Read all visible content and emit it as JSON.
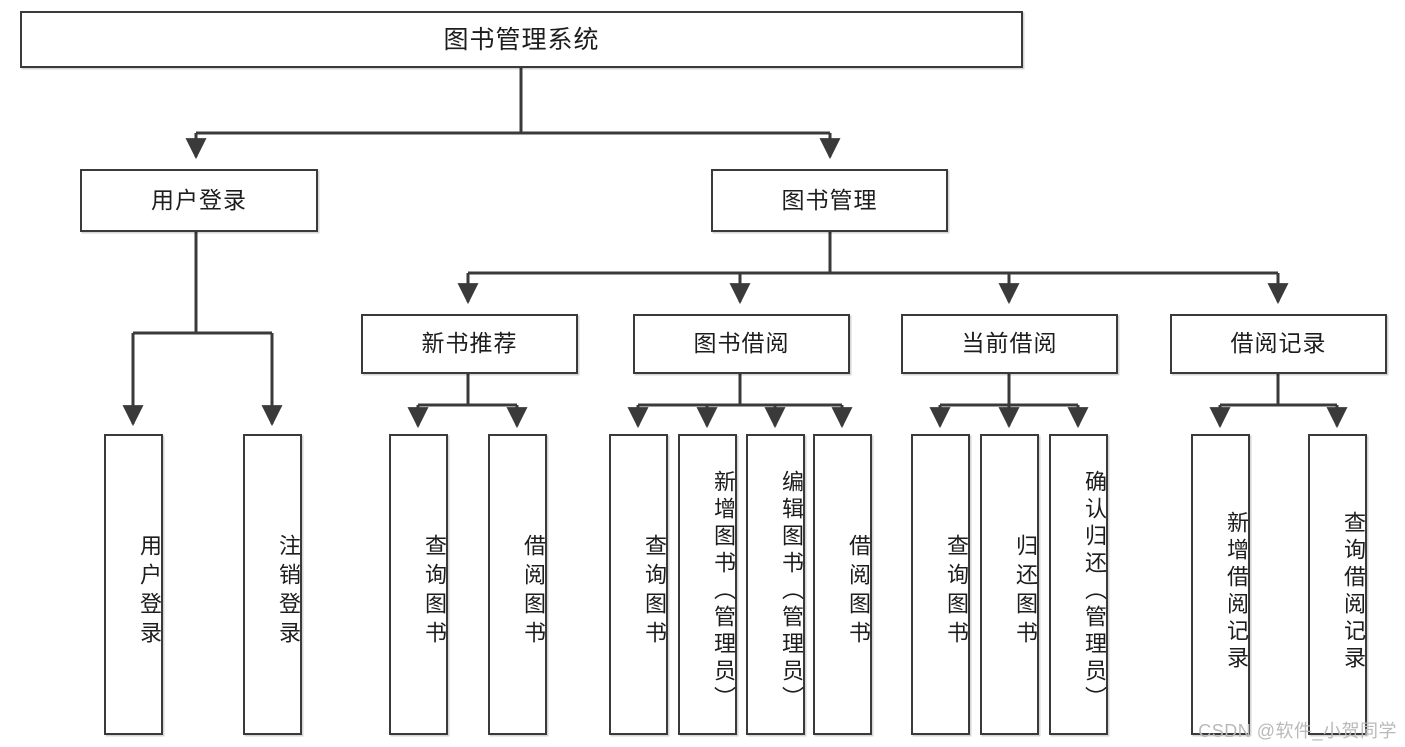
{
  "diagram": {
    "title": "图书管理系统",
    "type": "hierarchy-tree",
    "watermark": "CSDN @软件_小贺同学",
    "colors": {
      "stroke": "#3a3a3a",
      "fill": "#ffffff",
      "text": "#1d1d1d",
      "watermark": "#b9b9b9"
    },
    "root": {
      "label": "图书管理系统"
    },
    "level2": [
      {
        "label": "用户登录"
      },
      {
        "label": "图书管理"
      }
    ],
    "level3": [
      {
        "label": "新书推荐"
      },
      {
        "label": "图书借阅"
      },
      {
        "label": "当前借阅"
      },
      {
        "label": "借阅记录"
      }
    ],
    "leaves": {
      "user_login": [
        {
          "label": "用户登录"
        },
        {
          "label": "注销登录"
        }
      ],
      "new_book_recommend": [
        {
          "label": "查询图书"
        },
        {
          "label": "借阅图书"
        }
      ],
      "book_borrow": [
        {
          "label": "查询图书"
        },
        {
          "label": "新增图书（管理员）"
        },
        {
          "label": "编辑图书（管理员）"
        },
        {
          "label": "借阅图书"
        }
      ],
      "current_borrow": [
        {
          "label": "查询图书"
        },
        {
          "label": "归还图书"
        },
        {
          "label": "确认归还（管理员）"
        }
      ],
      "borrow_record": [
        {
          "label": "新增借阅记录"
        },
        {
          "label": "查询借阅记录"
        }
      ]
    }
  }
}
